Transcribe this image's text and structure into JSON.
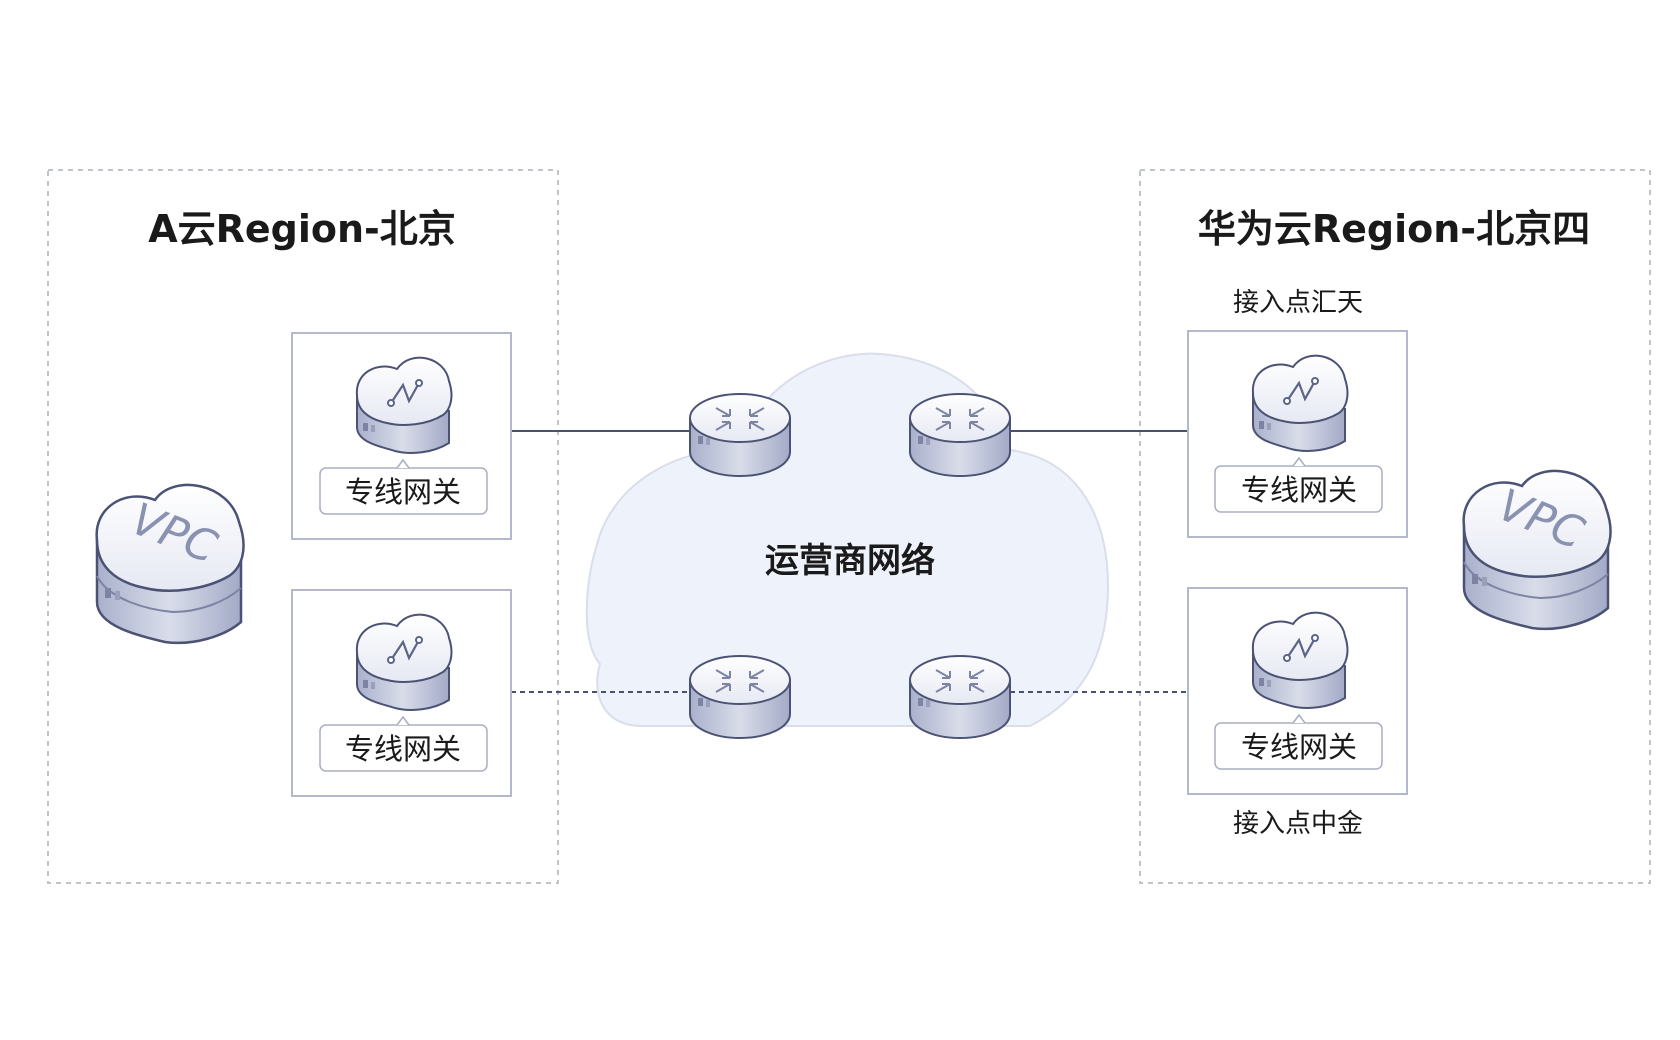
{
  "regions": {
    "left": {
      "title": "A云Region-北京"
    },
    "right": {
      "title": "华为云Region-北京四",
      "access_point_top": "接入点汇天",
      "access_point_bottom": "接入点中金"
    }
  },
  "gateway_label": "专线网关",
  "vpc_label": "VPC",
  "carrier_network": {
    "label": "运营商网络"
  },
  "links": {
    "top": "solid",
    "bottom": "dashed"
  },
  "colors": {
    "region_border": "#bfc3cc",
    "box_border": "#b3b8ce",
    "cloud_fill": "#eef2fa",
    "line": "#4a5070",
    "device_side": "#b9bfd6",
    "device_top": "#f4f6fb"
  }
}
